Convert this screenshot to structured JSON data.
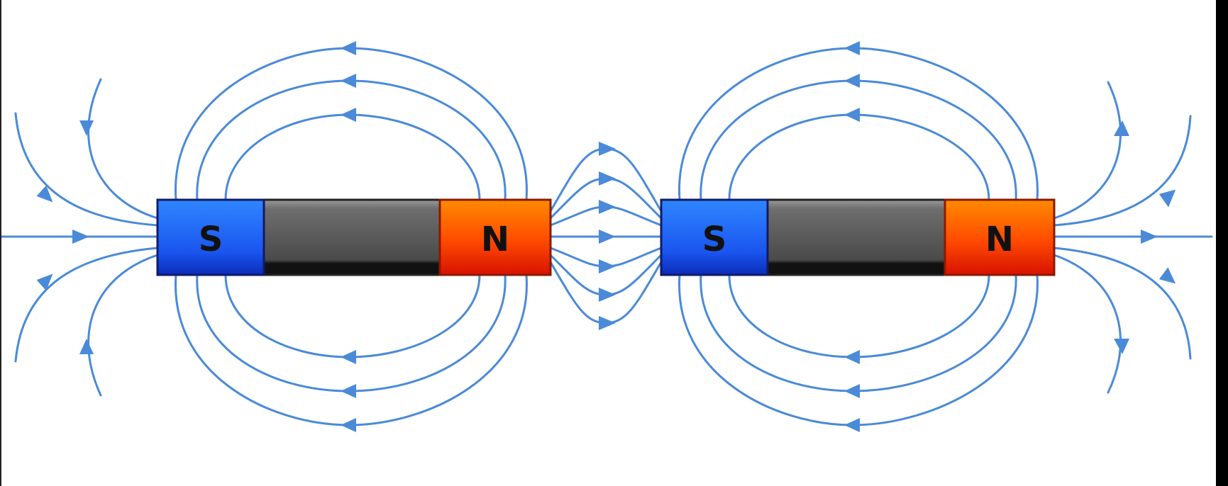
{
  "colors": {
    "field_line": "#4a8ad8",
    "south_pole": "#1e5ef5",
    "north_pole": "#ff3f00",
    "magnet_body": "#5a5a5a",
    "background": "#ffffff"
  },
  "magnets": [
    {
      "name": "left-magnet",
      "south_label": "S",
      "north_label": "N"
    },
    {
      "name": "right-magnet",
      "south_label": "S",
      "north_label": "N"
    }
  ]
}
